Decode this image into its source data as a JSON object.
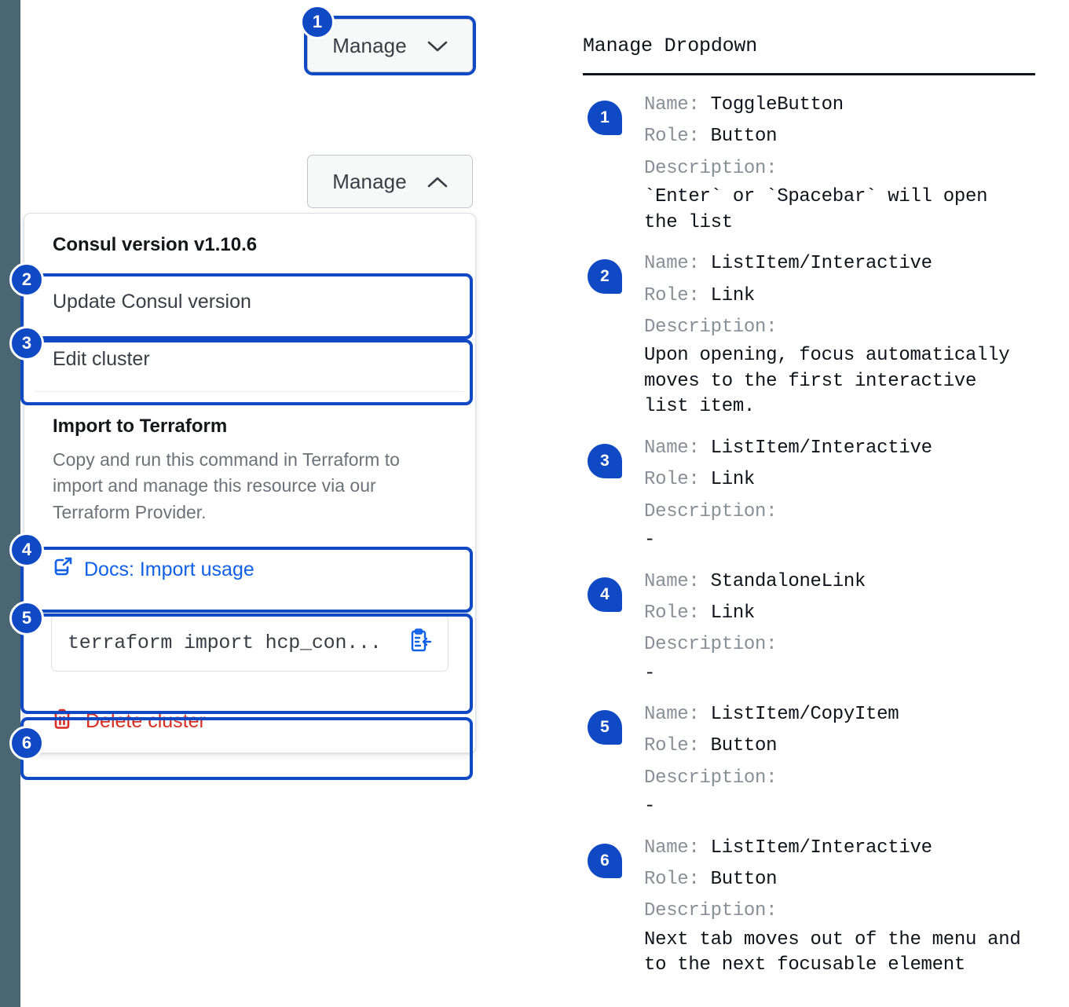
{
  "colors": {
    "accent": "#1049c4",
    "link": "#1060e8",
    "danger": "#d92d20",
    "edge_bar": "#4a6672",
    "muted": "#6e7178"
  },
  "left_panel": {
    "collapsed_button": {
      "label": "Manage",
      "chevron": "chevron-down-icon"
    },
    "expanded_button": {
      "label": "Manage",
      "chevron": "chevron-up-icon"
    },
    "dropdown": {
      "version_header": "Consul version v1.10.6",
      "items": [
        {
          "label": "Update Consul version"
        },
        {
          "label": "Edit cluster"
        }
      ],
      "terraform": {
        "title": "Import to Terraform",
        "description": "Copy and run this command in Terraform to import and manage this resource via our Terraform Provider.",
        "docs_link": "Docs: Import usage",
        "docs_icon": "docs-external-link-icon",
        "command": "terraform import hcp_con...",
        "copy_icon": "copy-to-clipboard-icon"
      },
      "delete": {
        "label": "Delete cluster",
        "icon": "trash-icon"
      }
    },
    "badges": [
      "1",
      "2",
      "3",
      "4",
      "5",
      "6"
    ]
  },
  "right_panel": {
    "title": "Manage Dropdown",
    "labels": {
      "name": "Name:",
      "role": "Role:",
      "description": "Description:"
    },
    "entries": [
      {
        "number": "1",
        "name": "ToggleButton",
        "role": "Button",
        "description": "`Enter` or `Spacebar` will open\nthe list"
      },
      {
        "number": "2",
        "name": "ListItem/Interactive",
        "role": "Link",
        "description": "Upon opening, focus automatically\nmoves to the first interactive\nlist item."
      },
      {
        "number": "3",
        "name": "ListItem/Interactive",
        "role": "Link",
        "description": "-"
      },
      {
        "number": "4",
        "name": "StandaloneLink",
        "role": "Link",
        "description": "-"
      },
      {
        "number": "5",
        "name": "ListItem/CopyItem",
        "role": "Button",
        "description": "-"
      },
      {
        "number": "6",
        "name": "ListItem/Interactive",
        "role": "Button",
        "description": "Next tab moves out of the menu and\nto the next focusable element"
      }
    ]
  }
}
